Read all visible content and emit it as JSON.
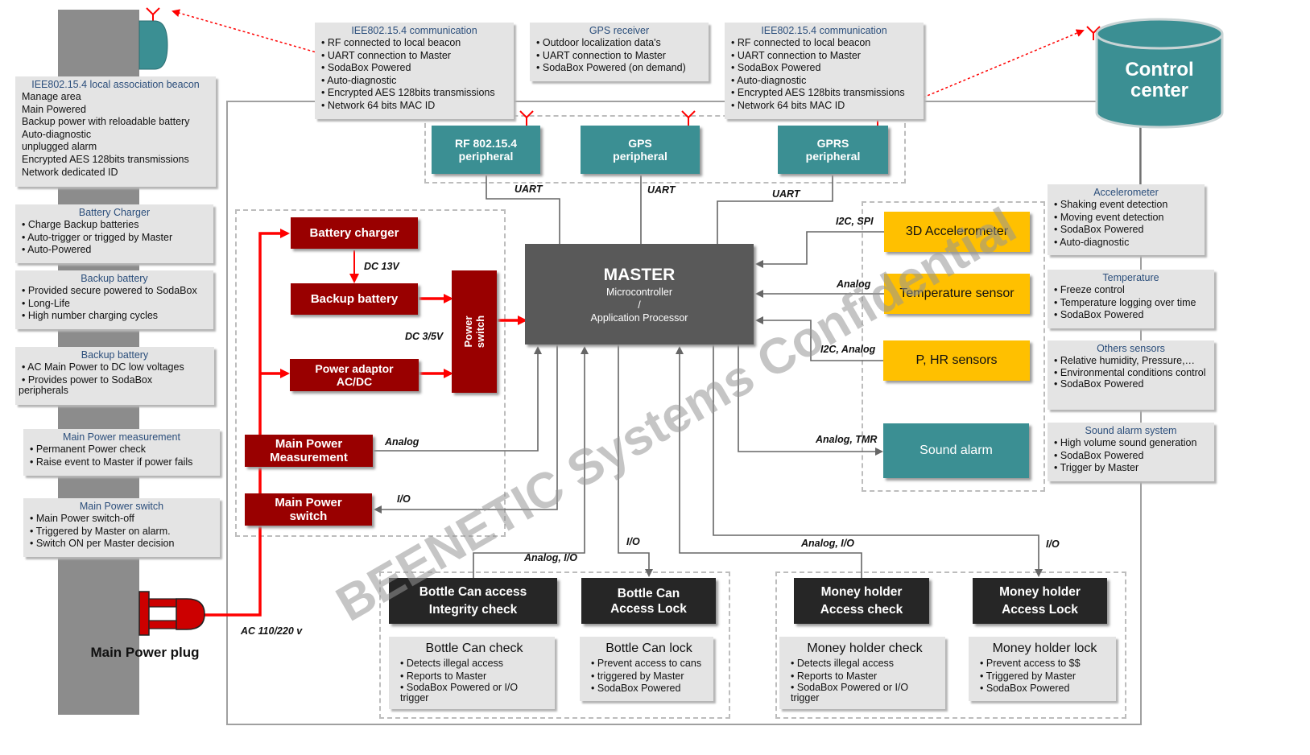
{
  "watermark": "BEENETIC Systems Confidential",
  "control_center": {
    "label_1": "Control",
    "label_2": "center"
  },
  "main_power_plug": "Main Power plug",
  "master": {
    "title": "MASTER",
    "line1": "Microcontroller",
    "line2": "/",
    "line3": "Application Processor"
  },
  "peripherals": {
    "rf": {
      "line1": "RF 802.15.4",
      "line2": "peripheral"
    },
    "gps": {
      "line1": "GPS",
      "line2": "peripheral"
    },
    "gprs": {
      "line1": "GPRS",
      "line2": "peripheral"
    }
  },
  "power_blocks": {
    "battery_charger": "Battery charger",
    "backup_battery": "Backup battery",
    "power_adaptor_1": "Power adaptor",
    "power_adaptor_2": "AC/DC",
    "power_switch_1": "Power",
    "power_switch_2": "switch",
    "main_power_measurement_1": "Main Power",
    "main_power_measurement_2": "Measurement",
    "main_power_switch_1": "Main Power",
    "main_power_switch_2": "switch"
  },
  "sensors": {
    "accelerometer": "3D Accelerometer",
    "temperature": "Temperature sensor",
    "p_hr": "P, HR sensors",
    "sound_alarm": "Sound alarm"
  },
  "bottom_blocks": {
    "bottle_can_access_1": "Bottle Can access",
    "bottle_can_access_2": "Integrity check",
    "bottle_can_lock_1": "Bottle Can",
    "bottle_can_lock_2": "Access Lock",
    "money_access_1": "Money holder",
    "money_access_2": "Access check",
    "money_lock_1": "Money holder",
    "money_lock_2": "Access Lock"
  },
  "connection_labels": {
    "uart_rf": "UART",
    "uart_gps": "UART",
    "uart_gprs": "UART",
    "i2c_spi": "I2C, SPI",
    "analog_temp": "Analog",
    "i2c_analog": "I2C, Analog",
    "analog_tmr": "Analog, TMR",
    "dc_13v": "DC 13V",
    "dc_35v": "DC 3/5V",
    "analog_measure": "Analog",
    "io_switch": "I/O",
    "analog_io_bottle": "Analog, I/O",
    "io_bottle_lock": "I/O",
    "analog_io_money": "Analog, I/O",
    "io_money_lock": "I/O",
    "ac_110": "AC 110/220 v"
  },
  "info_boxes": {
    "local_beacon": {
      "title": "IEE802.15.4 local association beacon",
      "items": [
        "Manage area",
        "Main Powered",
        "Backup power with reloadable battery",
        "Auto-diagnostic",
        "unplugged alarm",
        "Encrypted AES 128bits transmissions",
        "Network dedicated ID"
      ]
    },
    "battery_charger": {
      "title": "Battery Charger",
      "items": [
        "Charge Backup batteries",
        "Auto-trigger or trigged by Master",
        "Auto-Powered"
      ]
    },
    "backup_battery": {
      "title": "Backup  battery",
      "items": [
        "Provided secure powered to SodaBox",
        "Long-Life",
        "High number charging cycles"
      ]
    },
    "backup_battery_2": {
      "title": "Backup  battery",
      "items": [
        "AC Main Power to DC low voltages",
        "Provides power to SodaBox"
      ],
      "tail": "peripherals"
    },
    "main_power_measurement": {
      "title": "Main Power measurement",
      "items": [
        "Permanent Power check",
        "Raise event to Master if power fails"
      ]
    },
    "main_power_switch": {
      "title": "Main Power switch",
      "items": [
        "Main Power switch-off",
        "Triggered by Master on alarm.",
        "Switch ON per Master decision"
      ]
    },
    "comm_rf": {
      "title": "IEE802.15.4 communication",
      "items": [
        "RF connected to local beacon",
        "UART connection to Master",
        "SodaBox Powered",
        "Auto-diagnostic",
        "Encrypted AES 128bits transmissions",
        "Network 64 bits MAC ID"
      ]
    },
    "gps_receiver": {
      "title": "GPS receiver",
      "items": [
        "Outdoor localization data's",
        "UART connection to Master",
        "SodaBox Powered  (on demand)"
      ]
    },
    "comm_gprs": {
      "title": "IEE802.15.4 communication",
      "items": [
        "RF connected to local beacon",
        "UART connection to Master",
        "SodaBox Powered",
        "Auto-diagnostic",
        "Encrypted AES 128bits transmissions",
        "Network 64 bits MAC ID"
      ]
    },
    "accelerometer": {
      "title": "Accelerometer",
      "items": [
        "Shaking event detection",
        "Moving event detection",
        "SodaBox Powered",
        "Auto-diagnostic"
      ]
    },
    "temperature": {
      "title": "Temperature",
      "items": [
        "Freeze control",
        "Temperature logging over time",
        "SodaBox Powered"
      ]
    },
    "other_sensors": {
      "title": "Others sensors",
      "items": [
        "Relative humidity, Pressure,…",
        "Environmental conditions control",
        "SodaBox Powered"
      ]
    },
    "sound_alarm": {
      "title": "Sound alarm system",
      "items": [
        "High volume sound generation",
        "SodaBox Powered",
        "Trigger by Master"
      ]
    },
    "bottle_can_check": {
      "title": "Bottle Can check",
      "items": [
        "Detects illegal access",
        "Reports to Master",
        "SodaBox Powered or I/O trigger"
      ]
    },
    "bottle_can_lock": {
      "title": "Bottle Can lock",
      "items": [
        "Prevent access to cans",
        "triggered by Master",
        "SodaBox Powered"
      ]
    },
    "money_check": {
      "title": "Money holder check",
      "items": [
        "Detects illegal access",
        "Reports to Master",
        "SodaBox Powered or I/O trigger"
      ]
    },
    "money_lock": {
      "title": "Money holder lock",
      "items": [
        "Prevent access to $$",
        "Triggered by Master",
        "SodaBox Powered"
      ]
    }
  },
  "colors": {
    "red": "#990000",
    "teal": "#3b8f93",
    "yellow": "#ffc000",
    "dark": "#262626",
    "master": "#595959",
    "wall": "#8c8c8c"
  }
}
